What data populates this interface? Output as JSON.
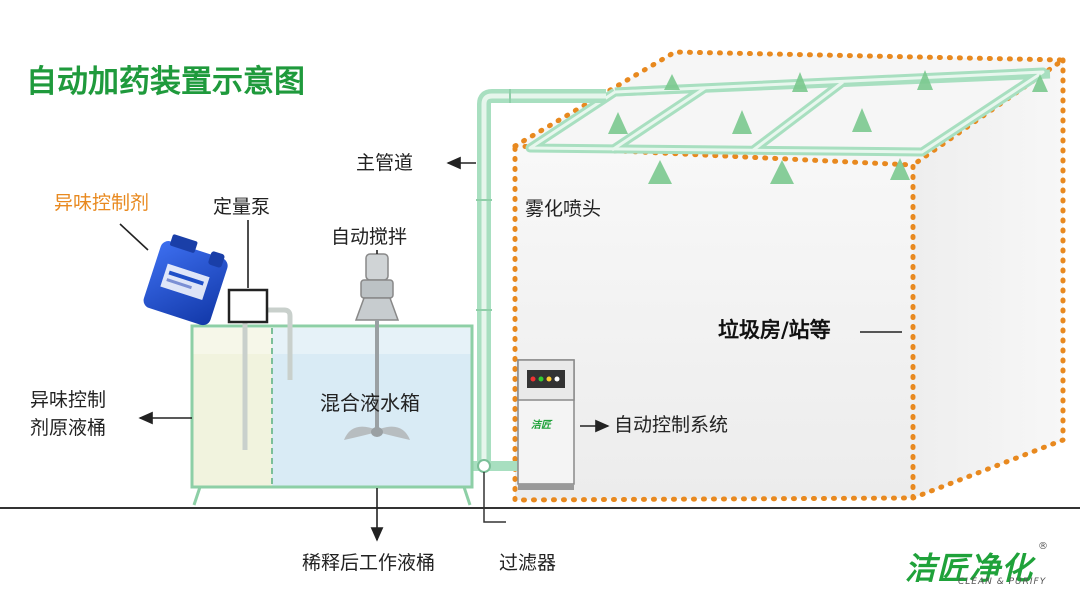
{
  "title": "自动加药装置示意图",
  "labels": {
    "main_pipe": "主管道",
    "odor_agent": "异味控制剂",
    "metering_pump": "定量泵",
    "auto_stirrer": "自动搅拌",
    "spray_nozzle": "雾化喷头",
    "garbage_room": "垃圾房/站等",
    "mixing_tank": "混合液水箱",
    "raw_tank_line1": "异味控制",
    "raw_tank_line2": "剂原液桶",
    "control_system": "自动控制系统",
    "diluted_tank": "稀释后工作液桶",
    "filter": "过滤器"
  },
  "panel_logo": "洁匠",
  "brand": {
    "name": "洁匠净化",
    "slogan": "CLEAN & PURIFY",
    "registered": "®"
  },
  "colors": {
    "title": "#1f9a3c",
    "orange": "#e8891f",
    "pipe": "#a8dfc0",
    "jug": "#1f4fc8",
    "tank_left": "#f1f3de",
    "tank_right": "#d9ebf5"
  }
}
